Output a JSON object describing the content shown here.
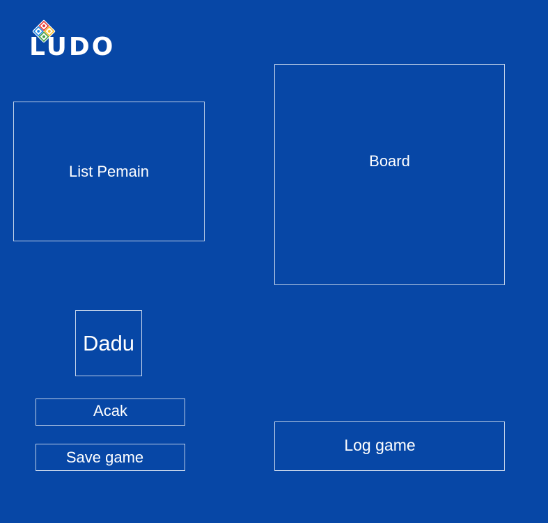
{
  "logo": {
    "text": "LUDO",
    "colors": [
      "#e53935",
      "#43a047",
      "#fbc02d",
      "#1e88e5"
    ]
  },
  "panels": {
    "players_label": "List Pemain",
    "board_label": "Board",
    "dice_label": "Dadu",
    "log_label": "Log game"
  },
  "buttons": {
    "roll_label": "Acak",
    "save_label": "Save game"
  },
  "colors": {
    "background": "#0747a6",
    "foreground": "#ffffff"
  }
}
